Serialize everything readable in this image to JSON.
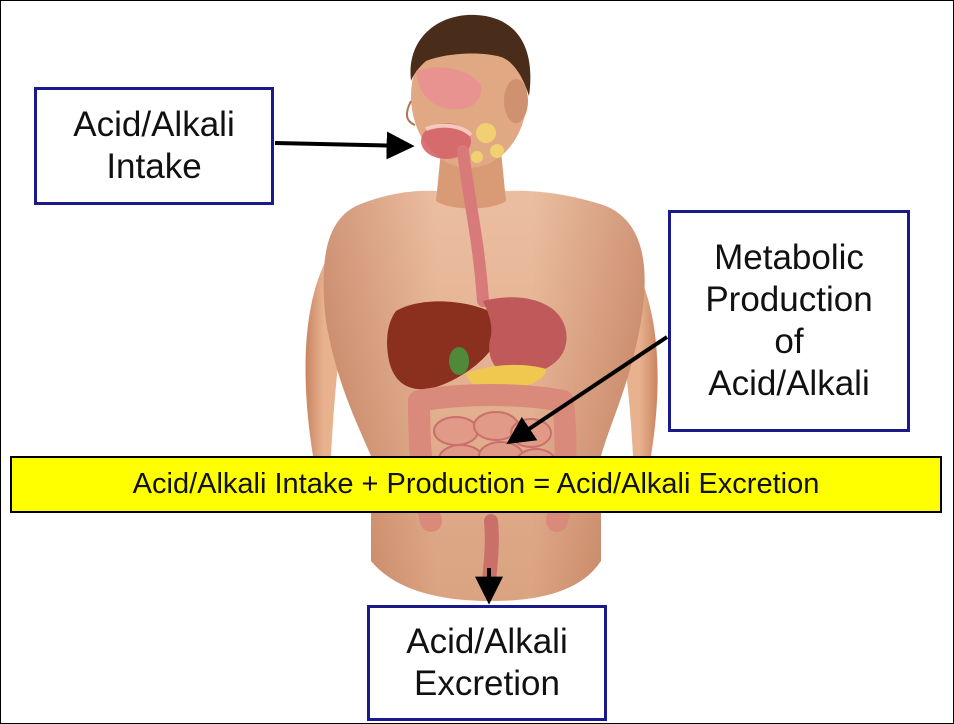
{
  "labels": {
    "intake": "Acid/Alkali\nIntake",
    "metabolic": "Metabolic\nProduction\nof\nAcid/Alkali",
    "excretion": "Acid/Alkali\nExcretion"
  },
  "equation": "Acid/Alkali Intake + Production = Acid/Alkali Excretion",
  "colors": {
    "box_border": "#1a1a8c",
    "equation_fill": "#ffff00",
    "skin": "#e0a07c",
    "hair": "#4a2c1a",
    "liver": "#8b2f1f",
    "intestine": "#d98a7a"
  },
  "illustration": {
    "subject": "human torso with digestive system"
  }
}
